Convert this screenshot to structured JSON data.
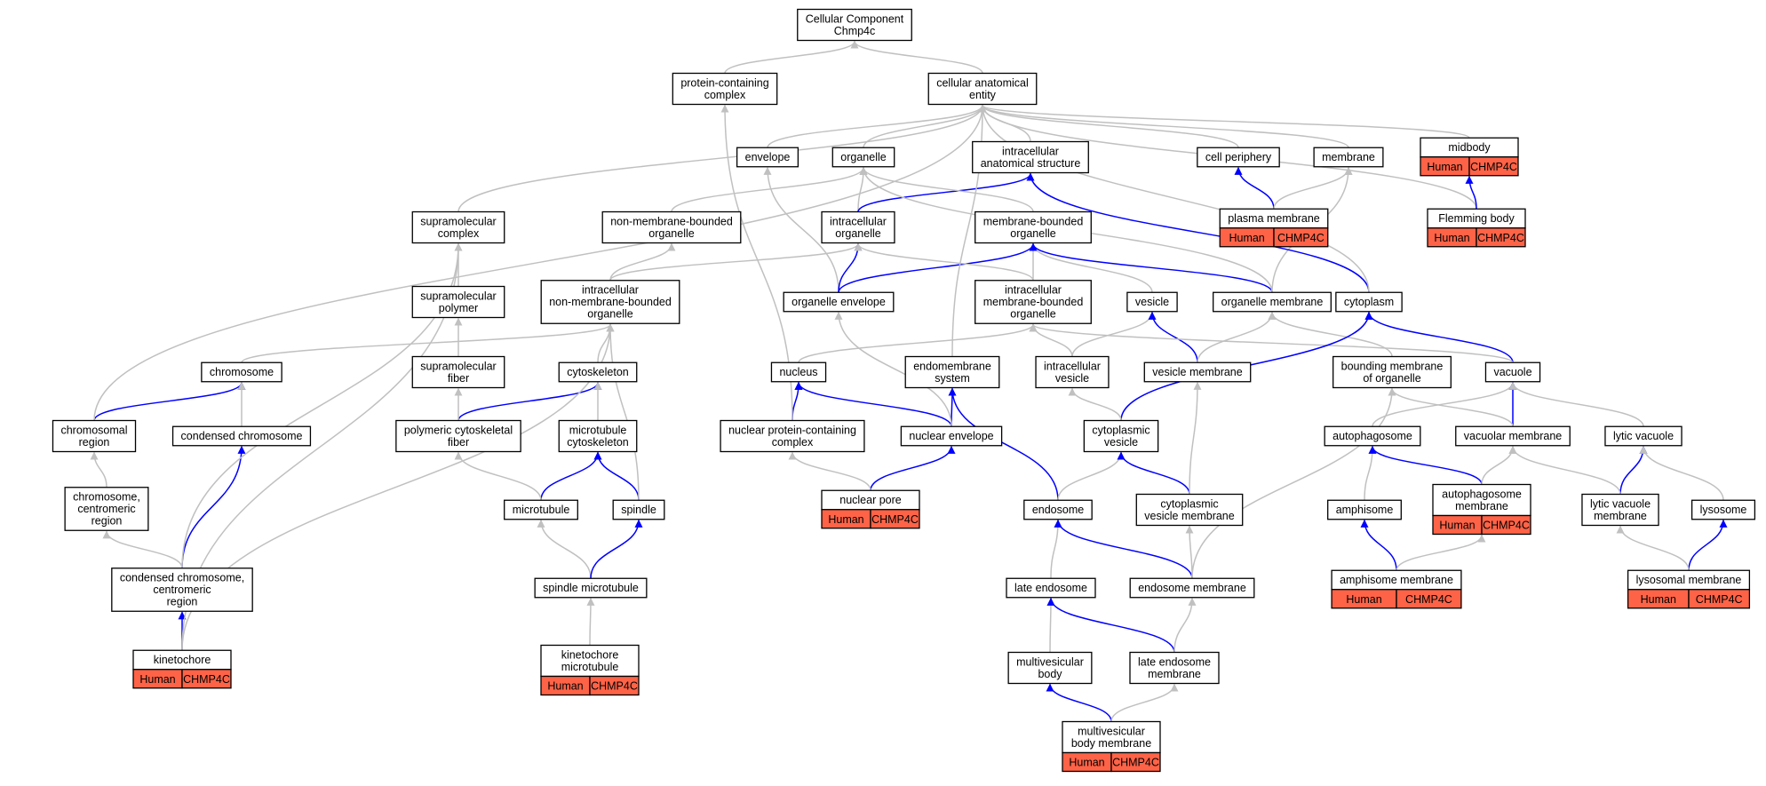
{
  "colors": {
    "is_a": "#c0c0c0",
    "part_of": "#0000ff",
    "annotation": "#ff6347"
  },
  "nodes": [
    {
      "id": "root",
      "lines": [
        "Cellular Component",
        "Chmp4c"
      ]
    },
    {
      "id": "pcc",
      "lines": [
        "protein-containing",
        "complex"
      ]
    },
    {
      "id": "cae",
      "lines": [
        "cellular anatomical",
        "entity"
      ]
    },
    {
      "id": "envelope",
      "lines": [
        "envelope"
      ]
    },
    {
      "id": "organelle",
      "lines": [
        "organelle"
      ]
    },
    {
      "id": "ias",
      "lines": [
        "intracellular",
        "anatomical structure"
      ]
    },
    {
      "id": "cellperiph",
      "lines": [
        "cell periphery"
      ]
    },
    {
      "id": "membrane",
      "lines": [
        "membrane"
      ]
    },
    {
      "id": "midbody",
      "lines": [
        "midbody"
      ],
      "ann": [
        "Human",
        "CHMP4C"
      ]
    },
    {
      "id": "supcomplex",
      "lines": [
        "supramolecular",
        "complex"
      ]
    },
    {
      "id": "nmbo",
      "lines": [
        "non-membrane-bounded",
        "organelle"
      ]
    },
    {
      "id": "intraorg",
      "lines": [
        "intracellular",
        "organelle"
      ]
    },
    {
      "id": "mbo",
      "lines": [
        "membrane-bounded",
        "organelle"
      ]
    },
    {
      "id": "plasmamem",
      "lines": [
        "plasma membrane"
      ],
      "ann": [
        "Human",
        "CHMP4C"
      ]
    },
    {
      "id": "flemming",
      "lines": [
        "Flemming body"
      ],
      "ann": [
        "Human",
        "CHMP4C"
      ]
    },
    {
      "id": "suppolymer",
      "lines": [
        "supramolecular",
        "polymer"
      ]
    },
    {
      "id": "inmbo",
      "lines": [
        "intracellular",
        "non-membrane-bounded",
        "organelle"
      ]
    },
    {
      "id": "orgenv",
      "lines": [
        "organelle envelope"
      ]
    },
    {
      "id": "imbo",
      "lines": [
        "intracellular",
        "membrane-bounded",
        "organelle"
      ]
    },
    {
      "id": "vesicle",
      "lines": [
        "vesicle"
      ]
    },
    {
      "id": "orgmem",
      "lines": [
        "organelle membrane"
      ]
    },
    {
      "id": "cytoplasm",
      "lines": [
        "cytoplasm"
      ]
    },
    {
      "id": "chromosome",
      "lines": [
        "chromosome"
      ]
    },
    {
      "id": "supfiber",
      "lines": [
        "supramolecular",
        "fiber"
      ]
    },
    {
      "id": "cytoskeleton",
      "lines": [
        "cytoskeleton"
      ]
    },
    {
      "id": "nucleus",
      "lines": [
        "nucleus"
      ]
    },
    {
      "id": "endomem",
      "lines": [
        "endomembrane",
        "system"
      ]
    },
    {
      "id": "intravesicle",
      "lines": [
        "intracellular",
        "vesicle"
      ]
    },
    {
      "id": "vesmem",
      "lines": [
        "vesicle membrane"
      ]
    },
    {
      "id": "bmo",
      "lines": [
        "bounding membrane",
        "of organelle"
      ]
    },
    {
      "id": "vacuole",
      "lines": [
        "vacuole"
      ]
    },
    {
      "id": "chromregion",
      "lines": [
        "chromosomal",
        "region"
      ]
    },
    {
      "id": "condchrom",
      "lines": [
        "condensed chromosome"
      ]
    },
    {
      "id": "pcf",
      "lines": [
        "polymeric cytoskeletal",
        "fiber"
      ]
    },
    {
      "id": "mtcyto",
      "lines": [
        "microtubule",
        "cytoskeleton"
      ]
    },
    {
      "id": "npcc",
      "lines": [
        "nuclear protein-containing",
        "complex"
      ]
    },
    {
      "id": "nucenv",
      "lines": [
        "nuclear envelope"
      ]
    },
    {
      "id": "cytovesicle",
      "lines": [
        "cytoplasmic",
        "vesicle"
      ]
    },
    {
      "id": "autophagosome",
      "lines": [
        "autophagosome"
      ]
    },
    {
      "id": "vacmem",
      "lines": [
        "vacuolar membrane"
      ]
    },
    {
      "id": "lyticvac",
      "lines": [
        "lytic vacuole"
      ]
    },
    {
      "id": "chromcent",
      "lines": [
        "chromosome,",
        "centromeric",
        "region"
      ]
    },
    {
      "id": "microtubule",
      "lines": [
        "microtubule"
      ]
    },
    {
      "id": "spindle",
      "lines": [
        "spindle"
      ]
    },
    {
      "id": "nucpore",
      "lines": [
        "nuclear pore"
      ],
      "ann": [
        "Human",
        "CHMP4C"
      ]
    },
    {
      "id": "endosome",
      "lines": [
        "endosome"
      ]
    },
    {
      "id": "cvm",
      "lines": [
        "cytoplasmic",
        "vesicle membrane"
      ]
    },
    {
      "id": "amphisome",
      "lines": [
        "amphisome"
      ]
    },
    {
      "id": "apmem",
      "lines": [
        "autophagosome",
        "membrane"
      ],
      "ann": [
        "Human",
        "CHMP4C"
      ]
    },
    {
      "id": "lvm",
      "lines": [
        "lytic vacuole",
        "membrane"
      ]
    },
    {
      "id": "lysosome",
      "lines": [
        "lysosome"
      ]
    },
    {
      "id": "ccc",
      "lines": [
        "condensed chromosome,",
        "centromeric",
        "region"
      ]
    },
    {
      "id": "spindlemt",
      "lines": [
        "spindle microtubule"
      ]
    },
    {
      "id": "lateendo",
      "lines": [
        "late endosome"
      ]
    },
    {
      "id": "endomemb",
      "lines": [
        "endosome membrane"
      ]
    },
    {
      "id": "amphmem",
      "lines": [
        "amphisome membrane"
      ],
      "ann": [
        "Human",
        "CHMP4C"
      ]
    },
    {
      "id": "lysomem",
      "lines": [
        "lysosomal membrane"
      ],
      "ann": [
        "Human",
        "CHMP4C"
      ]
    },
    {
      "id": "kinetochore",
      "lines": [
        "kinetochore"
      ],
      "ann": [
        "Human",
        "CHMP4C"
      ]
    },
    {
      "id": "kmt",
      "lines": [
        "kinetochore",
        "microtubule"
      ],
      "ann": [
        "Human",
        "CHMP4C"
      ]
    },
    {
      "id": "mvb",
      "lines": [
        "multivesicular",
        "body"
      ]
    },
    {
      "id": "lemem",
      "lines": [
        "late endosome",
        "membrane"
      ]
    },
    {
      "id": "mvbmem",
      "lines": [
        "multivesicular",
        "body membrane"
      ],
      "ann": [
        "Human",
        "CHMP4C"
      ]
    }
  ],
  "edges": [
    {
      "from": "pcc",
      "to": "root",
      "type": "is_a"
    },
    {
      "from": "cae",
      "to": "root",
      "type": "is_a"
    },
    {
      "from": "envelope",
      "to": "cae",
      "type": "is_a"
    },
    {
      "from": "organelle",
      "to": "cae",
      "type": "is_a"
    },
    {
      "from": "ias",
      "to": "cae",
      "type": "is_a"
    },
    {
      "from": "cellperiph",
      "to": "cae",
      "type": "is_a"
    },
    {
      "from": "membrane",
      "to": "cae",
      "type": "is_a"
    },
    {
      "from": "midbody",
      "to": "cae",
      "type": "is_a"
    },
    {
      "from": "supcomplex",
      "to": "cae",
      "type": "is_a"
    },
    {
      "from": "nmbo",
      "to": "organelle",
      "type": "is_a"
    },
    {
      "from": "intraorg",
      "to": "organelle",
      "type": "is_a"
    },
    {
      "from": "intraorg",
      "to": "ias",
      "type": "part_of"
    },
    {
      "from": "mbo",
      "to": "organelle",
      "type": "is_a"
    },
    {
      "from": "plasmamem",
      "to": "cellperiph",
      "type": "part_of"
    },
    {
      "from": "plasmamem",
      "to": "membrane",
      "type": "is_a"
    },
    {
      "from": "flemming",
      "to": "cae",
      "type": "is_a"
    },
    {
      "from": "flemming",
      "to": "midbody",
      "type": "part_of"
    },
    {
      "from": "suppolymer",
      "to": "supcomplex",
      "type": "is_a"
    },
    {
      "from": "inmbo",
      "to": "nmbo",
      "type": "is_a"
    },
    {
      "from": "inmbo",
      "to": "intraorg",
      "type": "is_a"
    },
    {
      "from": "orgenv",
      "to": "envelope",
      "type": "is_a"
    },
    {
      "from": "orgenv",
      "to": "intraorg",
      "type": "part_of"
    },
    {
      "from": "orgenv",
      "to": "mbo",
      "type": "part_of"
    },
    {
      "from": "imbo",
      "to": "mbo",
      "type": "is_a"
    },
    {
      "from": "imbo",
      "to": "intraorg",
      "type": "is_a"
    },
    {
      "from": "vesicle",
      "to": "mbo",
      "type": "is_a"
    },
    {
      "from": "orgmem",
      "to": "membrane",
      "type": "is_a"
    },
    {
      "from": "orgmem",
      "to": "mbo",
      "type": "part_of"
    },
    {
      "from": "orgmem",
      "to": "organelle",
      "type": "is_a"
    },
    {
      "from": "cytoplasm",
      "to": "ias",
      "type": "part_of"
    },
    {
      "from": "cytoplasm",
      "to": "cae",
      "type": "is_a"
    },
    {
      "from": "chromosome",
      "to": "inmbo",
      "type": "is_a"
    },
    {
      "from": "supfiber",
      "to": "suppolymer",
      "type": "is_a"
    },
    {
      "from": "cytoskeleton",
      "to": "inmbo",
      "type": "is_a"
    },
    {
      "from": "nucleus",
      "to": "imbo",
      "type": "is_a"
    },
    {
      "from": "endomem",
      "to": "cae",
      "type": "is_a"
    },
    {
      "from": "intravesicle",
      "to": "imbo",
      "type": "is_a"
    },
    {
      "from": "intravesicle",
      "to": "vesicle",
      "type": "is_a"
    },
    {
      "from": "vesmem",
      "to": "vesicle",
      "type": "part_of"
    },
    {
      "from": "vesmem",
      "to": "orgmem",
      "type": "is_a"
    },
    {
      "from": "bmo",
      "to": "orgmem",
      "type": "is_a"
    },
    {
      "from": "vacuole",
      "to": "cytoplasm",
      "type": "part_of"
    },
    {
      "from": "vacuole",
      "to": "imbo",
      "type": "is_a"
    },
    {
      "from": "chromregion",
      "to": "chromosome",
      "type": "part_of"
    },
    {
      "from": "chromregion",
      "to": "cae",
      "type": "is_a"
    },
    {
      "from": "condchrom",
      "to": "chromosome",
      "type": "is_a"
    },
    {
      "from": "pcf",
      "to": "cytoskeleton",
      "type": "part_of"
    },
    {
      "from": "pcf",
      "to": "supfiber",
      "type": "is_a"
    },
    {
      "from": "mtcyto",
      "to": "cytoskeleton",
      "type": "is_a"
    },
    {
      "from": "npcc",
      "to": "nucleus",
      "type": "part_of"
    },
    {
      "from": "npcc",
      "to": "pcc",
      "type": "is_a"
    },
    {
      "from": "nucenv",
      "to": "nucleus",
      "type": "part_of"
    },
    {
      "from": "nucenv",
      "to": "endomem",
      "type": "part_of"
    },
    {
      "from": "nucenv",
      "to": "orgenv",
      "type": "is_a"
    },
    {
      "from": "cytovesicle",
      "to": "cytoplasm",
      "type": "part_of"
    },
    {
      "from": "cytovesicle",
      "to": "intravesicle",
      "type": "is_a"
    },
    {
      "from": "autophagosome",
      "to": "vacuole",
      "type": "is_a"
    },
    {
      "from": "vacmem",
      "to": "vacuole",
      "type": "part_of"
    },
    {
      "from": "vacmem",
      "to": "bmo",
      "type": "is_a"
    },
    {
      "from": "lyticvac",
      "to": "vacuole",
      "type": "is_a"
    },
    {
      "from": "chromcent",
      "to": "chromregion",
      "type": "is_a"
    },
    {
      "from": "microtubule",
      "to": "mtcyto",
      "type": "part_of"
    },
    {
      "from": "microtubule",
      "to": "pcf",
      "type": "is_a"
    },
    {
      "from": "spindle",
      "to": "mtcyto",
      "type": "part_of"
    },
    {
      "from": "spindle",
      "to": "inmbo",
      "type": "is_a"
    },
    {
      "from": "nucpore",
      "to": "nucenv",
      "type": "part_of"
    },
    {
      "from": "nucpore",
      "to": "npcc",
      "type": "is_a"
    },
    {
      "from": "endosome",
      "to": "endomem",
      "type": "part_of"
    },
    {
      "from": "endosome",
      "to": "cytovesicle",
      "type": "is_a"
    },
    {
      "from": "cvm",
      "to": "cytovesicle",
      "type": "part_of"
    },
    {
      "from": "cvm",
      "to": "vesmem",
      "type": "is_a"
    },
    {
      "from": "amphisome",
      "to": "autophagosome",
      "type": "is_a"
    },
    {
      "from": "apmem",
      "to": "autophagosome",
      "type": "part_of"
    },
    {
      "from": "apmem",
      "to": "vacmem",
      "type": "is_a"
    },
    {
      "from": "lvm",
      "to": "lyticvac",
      "type": "part_of"
    },
    {
      "from": "lvm",
      "to": "vacmem",
      "type": "is_a"
    },
    {
      "from": "lysosome",
      "to": "lyticvac",
      "type": "is_a"
    },
    {
      "from": "ccc",
      "to": "condchrom",
      "type": "part_of"
    },
    {
      "from": "ccc",
      "to": "chromcent",
      "type": "is_a"
    },
    {
      "from": "ccc",
      "to": "supcomplex",
      "type": "is_a"
    },
    {
      "from": "spindlemt",
      "to": "microtubule",
      "type": "is_a"
    },
    {
      "from": "spindlemt",
      "to": "spindle",
      "type": "part_of"
    },
    {
      "from": "lateendo",
      "to": "endosome",
      "type": "is_a"
    },
    {
      "from": "endomemb",
      "to": "endosome",
      "type": "part_of"
    },
    {
      "from": "endomemb",
      "to": "cvm",
      "type": "is_a"
    },
    {
      "from": "endomemb",
      "to": "bmo",
      "type": "is_a"
    },
    {
      "from": "amphmem",
      "to": "amphisome",
      "type": "part_of"
    },
    {
      "from": "amphmem",
      "to": "apmem",
      "type": "is_a"
    },
    {
      "from": "lysomem",
      "to": "lysosome",
      "type": "part_of"
    },
    {
      "from": "lysomem",
      "to": "lvm",
      "type": "is_a"
    },
    {
      "from": "kinetochore",
      "to": "ccc",
      "type": "part_of"
    },
    {
      "from": "kinetochore",
      "to": "supcomplex",
      "type": "is_a"
    },
    {
      "from": "kinetochore",
      "to": "inmbo",
      "type": "is_a"
    },
    {
      "from": "kmt",
      "to": "spindlemt",
      "type": "is_a"
    },
    {
      "from": "mvb",
      "to": "lateendo",
      "type": "is_a"
    },
    {
      "from": "lemem",
      "to": "lateendo",
      "type": "part_of"
    },
    {
      "from": "lemem",
      "to": "endomemb",
      "type": "is_a"
    },
    {
      "from": "mvbmem",
      "to": "mvb",
      "type": "part_of"
    },
    {
      "from": "mvbmem",
      "to": "lemem",
      "type": "is_a"
    }
  ]
}
